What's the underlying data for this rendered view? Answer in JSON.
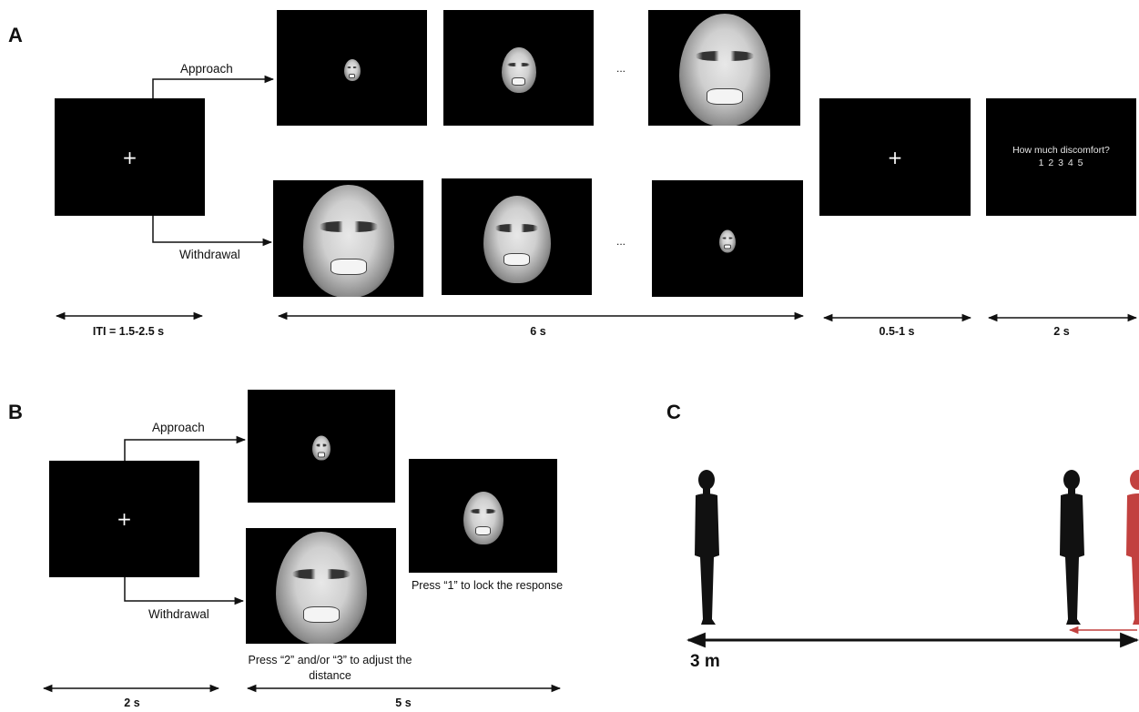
{
  "panels": {
    "a": "A",
    "b": "B",
    "c": "C"
  },
  "panel_a": {
    "approach_label": "Approach",
    "withdrawal_label": "Withdrawal",
    "ellipsis_top": "...",
    "ellipsis_bottom": "...",
    "question": "How much discomfort?",
    "scale": "1  2  3  4  5",
    "durations": {
      "iti": "ITI = 1.5-2.5 s",
      "stimulus": "6 s",
      "fixation": "0.5-1 s",
      "rating": "2 s"
    }
  },
  "panel_b": {
    "approach_label": "Approach",
    "withdrawal_label": "Withdrawal",
    "lock_caption": "Press “1” to lock the response",
    "adjust_caption": "Press “2” and/or “3” to adjust the distance",
    "durations": {
      "fixation": "2 s",
      "response": "5 s"
    }
  },
  "panel_c": {
    "distance_label": "3 m",
    "colors": {
      "silhouette": "#111111",
      "avatar": "#c2413f",
      "arrow": "#c2413f"
    }
  },
  "symbols": {
    "fixation": "+"
  }
}
